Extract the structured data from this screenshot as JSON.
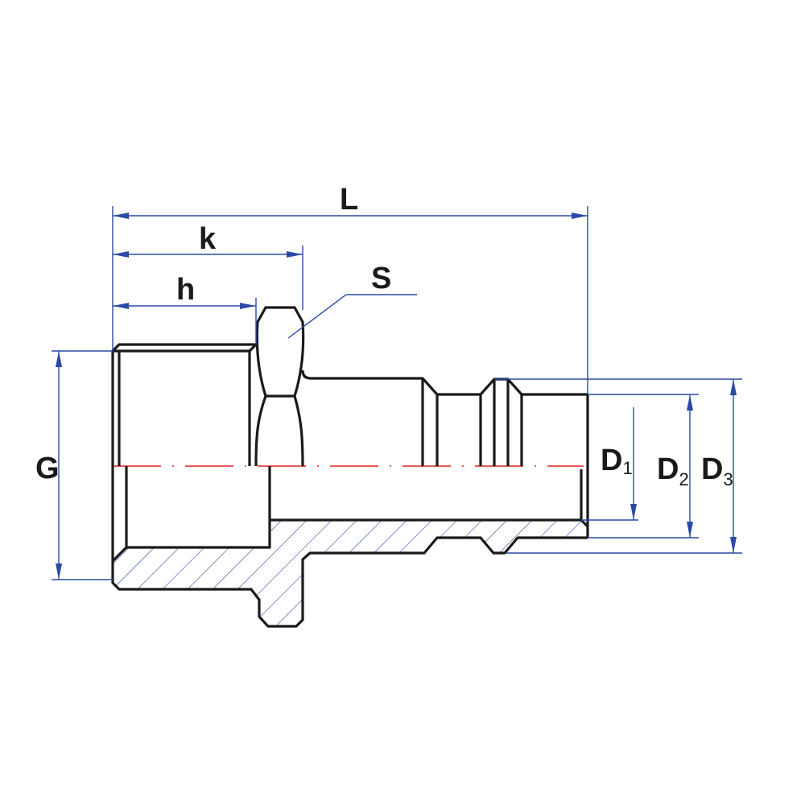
{
  "drawing": {
    "title": "Threaded press-fit adapter (male thread) dimension drawing",
    "colors": {
      "outline": "#1a1a1a",
      "dimension": "#2b4aa6",
      "centerline": "#e02020"
    },
    "labels": {
      "L": "L",
      "k": "k",
      "h": "h",
      "S": "S",
      "G": "G",
      "D1": {
        "main": "D",
        "sub": "1"
      },
      "D2": {
        "main": "D",
        "sub": "2"
      },
      "D3": {
        "main": "D",
        "sub": "3"
      }
    }
  }
}
